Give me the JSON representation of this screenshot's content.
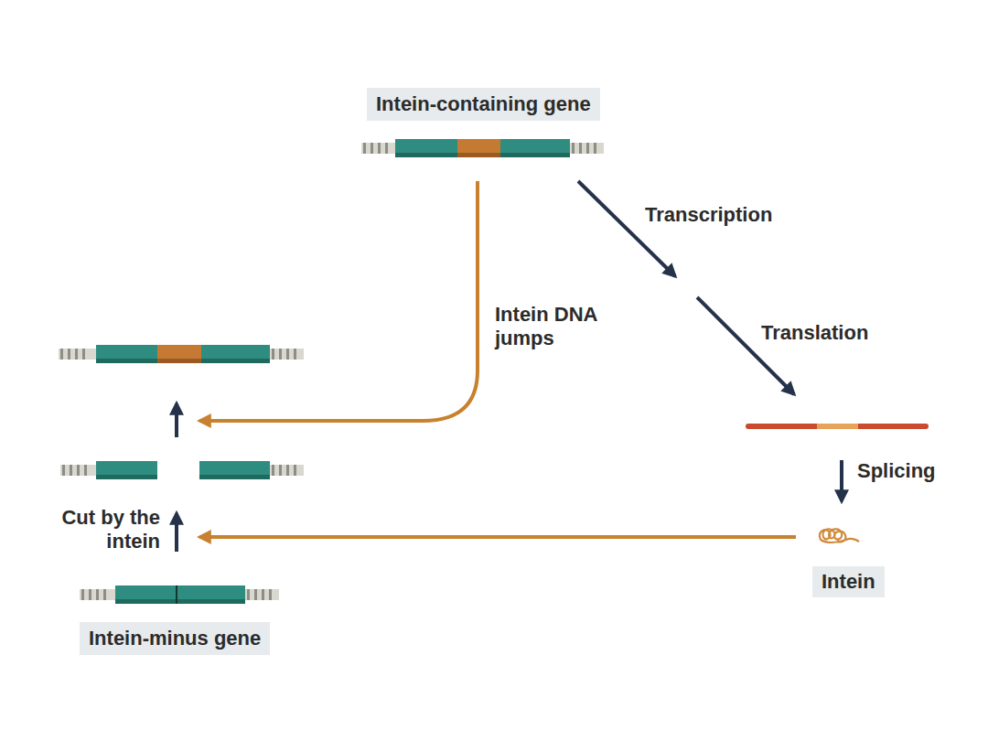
{
  "diagram": {
    "nodes": [
      {
        "text": [
          "Intein-containing gene"
        ]
      },
      {
        "text": [
          "Intein"
        ]
      },
      {
        "text": [
          "Intein-minus gene"
        ]
      }
    ],
    "labels": [
      "Transcription",
      "Translation",
      "Intein DNA jumps",
      "Splicing",
      "Cut by the intein"
    ]
  }
}
